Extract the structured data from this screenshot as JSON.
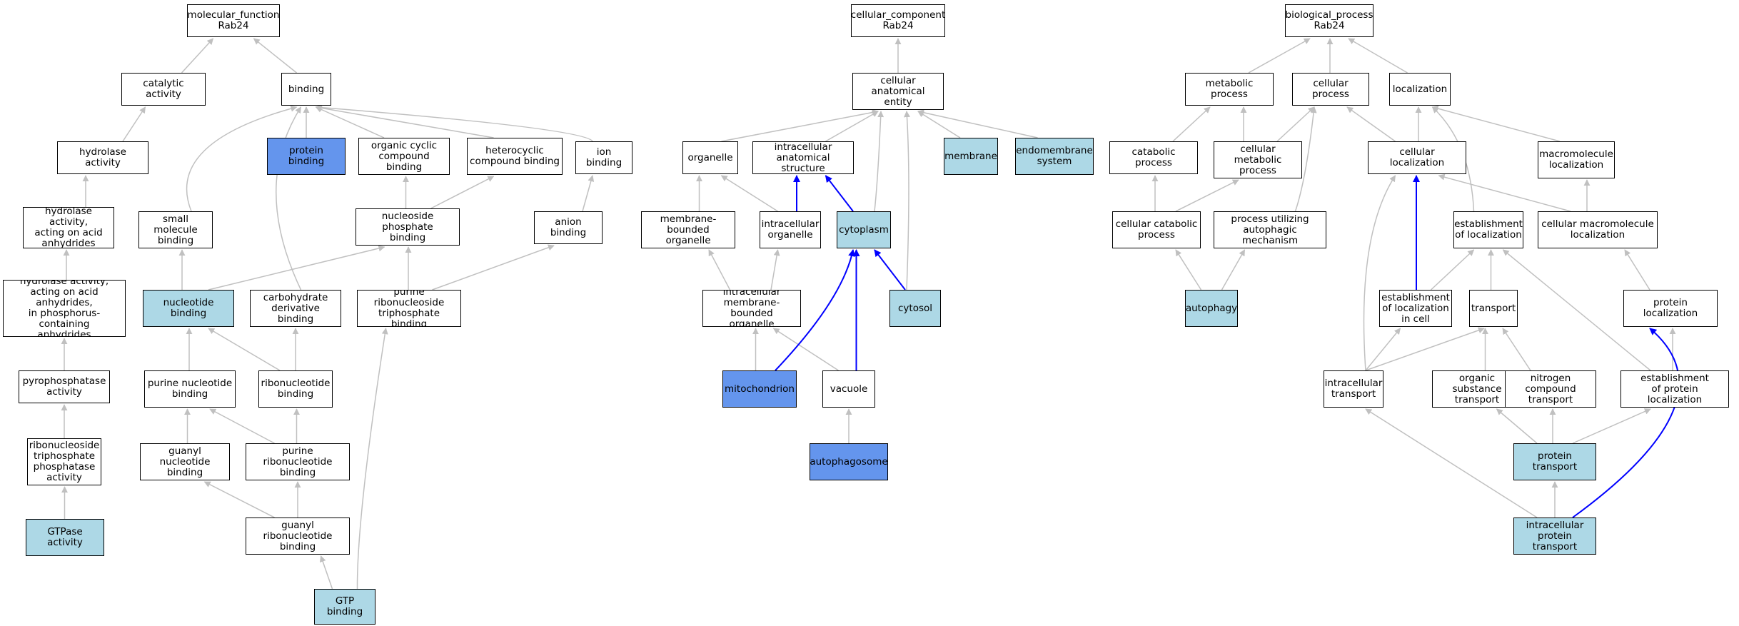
{
  "colors": {
    "plain": "#ffffff",
    "light": "#add8e6",
    "dark": "#6495ed",
    "edge_grey": "#c0c0c0",
    "edge_blue": "#0000ff",
    "border": "#000000"
  },
  "nodes": {
    "mf_root": {
      "label": "molecular_function\nRab24",
      "fill": "plain"
    },
    "catalytic_activity": {
      "label": "catalytic activity",
      "fill": "plain"
    },
    "binding": {
      "label": "binding",
      "fill": "plain"
    },
    "hydrolase_activity": {
      "label": "hydrolase activity",
      "fill": "plain"
    },
    "protein_binding": {
      "label": "protein binding",
      "fill": "dark"
    },
    "organic_cyclic": {
      "label": "organic cyclic\ncompound binding",
      "fill": "plain"
    },
    "heterocyclic": {
      "label": "heterocyclic\ncompound binding",
      "fill": "plain"
    },
    "ion_binding": {
      "label": "ion binding",
      "fill": "plain"
    },
    "hydrolase_acid_anhydrides": {
      "label": "hydrolase activity,\nacting on acid\nanhydrides",
      "fill": "plain"
    },
    "small_molecule_binding": {
      "label": "small molecule\nbinding",
      "fill": "plain"
    },
    "nucleoside_phosphate": {
      "label": "nucleoside phosphate\nbinding",
      "fill": "plain"
    },
    "anion_binding": {
      "label": "anion binding",
      "fill": "plain"
    },
    "hydrolase_phosphorus": {
      "label": "hydrolase activity,\nacting on acid\nanhydrides,\nin phosphorus-containing\nanhydrides",
      "fill": "plain"
    },
    "nucleotide_binding": {
      "label": "nucleotide binding",
      "fill": "light"
    },
    "carbohydrate_derivative": {
      "label": "carbohydrate\nderivative binding",
      "fill": "plain"
    },
    "purine_ribonucleoside_tp": {
      "label": "purine ribonucleoside\ntriphosphate\nbinding",
      "fill": "plain"
    },
    "pyrophosphatase": {
      "label": "pyrophosphatase\nactivity",
      "fill": "plain"
    },
    "purine_nucleotide": {
      "label": "purine nucleotide\nbinding",
      "fill": "plain"
    },
    "ribonucleotide": {
      "label": "ribonucleotide\nbinding",
      "fill": "plain"
    },
    "ribonucleoside_tp_phosphatase": {
      "label": "ribonucleoside\ntriphosphate\nphosphatase\nactivity",
      "fill": "plain"
    },
    "guanyl_nucleotide": {
      "label": "guanyl nucleotide\nbinding",
      "fill": "plain"
    },
    "purine_ribonucleotide": {
      "label": "purine ribonucleotide\nbinding",
      "fill": "plain"
    },
    "guanyl_ribonucleotide": {
      "label": "guanyl ribonucleotide\nbinding",
      "fill": "plain"
    },
    "gtpase_activity": {
      "label": "GTPase activity",
      "fill": "light"
    },
    "gtp_binding": {
      "label": "GTP binding",
      "fill": "light"
    },
    "cc_root": {
      "label": "cellular_component\nRab24",
      "fill": "plain"
    },
    "cellular_anatomical_entity": {
      "label": "cellular anatomical\nentity",
      "fill": "plain"
    },
    "organelle": {
      "label": "organelle",
      "fill": "plain"
    },
    "intracellular_anatomical": {
      "label": "intracellular\nanatomical structure",
      "fill": "plain"
    },
    "membrane": {
      "label": "membrane",
      "fill": "light"
    },
    "endomembrane": {
      "label": "endomembrane\nsystem",
      "fill": "light"
    },
    "membrane_bounded_organelle": {
      "label": "membrane-bounded\norganelle",
      "fill": "plain"
    },
    "intracellular_organelle": {
      "label": "intracellular\norganelle",
      "fill": "plain"
    },
    "cytoplasm": {
      "label": "cytoplasm",
      "fill": "light"
    },
    "intracellular_mb_organelle": {
      "label": "intracellular\nmembrane-bounded\norganelle",
      "fill": "plain"
    },
    "cytosol": {
      "label": "cytosol",
      "fill": "light"
    },
    "mitochondrion": {
      "label": "mitochondrion",
      "fill": "dark"
    },
    "vacuole": {
      "label": "vacuole",
      "fill": "plain"
    },
    "autophagosome": {
      "label": "autophagosome",
      "fill": "dark"
    },
    "bp_root": {
      "label": "biological_process\nRab24",
      "fill": "plain"
    },
    "metabolic_process": {
      "label": "metabolic process",
      "fill": "plain"
    },
    "cellular_process": {
      "label": "cellular process",
      "fill": "plain"
    },
    "localization": {
      "label": "localization",
      "fill": "plain"
    },
    "catabolic_process": {
      "label": "catabolic process",
      "fill": "plain"
    },
    "cellular_metabolic": {
      "label": "cellular metabolic\nprocess",
      "fill": "plain"
    },
    "cellular_localization": {
      "label": "cellular localization",
      "fill": "plain"
    },
    "macromolecule_localization": {
      "label": "macromolecule\nlocalization",
      "fill": "plain"
    },
    "cellular_catabolic": {
      "label": "cellular catabolic\nprocess",
      "fill": "plain"
    },
    "process_autophagic": {
      "label": "process utilizing\nautophagic mechanism",
      "fill": "plain"
    },
    "establishment_localization": {
      "label": "establishment\nof localization",
      "fill": "plain"
    },
    "cellular_macromolecule_loc": {
      "label": "cellular macromolecule\nlocalization",
      "fill": "plain"
    },
    "autophagy": {
      "label": "autophagy",
      "fill": "light"
    },
    "establishment_loc_cell": {
      "label": "establishment\nof localization\nin cell",
      "fill": "plain"
    },
    "transport": {
      "label": "transport",
      "fill": "plain"
    },
    "protein_localization": {
      "label": "protein localization",
      "fill": "plain"
    },
    "intracellular_transport": {
      "label": "intracellular\ntransport",
      "fill": "plain"
    },
    "organic_substance_transport": {
      "label": "organic substance\ntransport",
      "fill": "plain"
    },
    "nitrogen_compound_transport": {
      "label": "nitrogen compound\ntransport",
      "fill": "plain"
    },
    "establishment_protein_loc": {
      "label": "establishment\nof protein localization",
      "fill": "plain"
    },
    "protein_transport": {
      "label": "protein transport",
      "fill": "light"
    },
    "intracellular_protein_transport": {
      "label": "intracellular\nprotein transport",
      "fill": "light"
    }
  },
  "edges": [
    {
      "from": "catalytic_activity",
      "to": "mf_root",
      "color": "grey"
    },
    {
      "from": "binding",
      "to": "mf_root",
      "color": "grey"
    },
    {
      "from": "hydrolase_activity",
      "to": "catalytic_activity",
      "color": "grey"
    },
    {
      "from": "hydrolase_acid_anhydrides",
      "to": "hydrolase_activity",
      "color": "grey"
    },
    {
      "from": "hydrolase_phosphorus",
      "to": "hydrolase_acid_anhydrides",
      "color": "grey"
    },
    {
      "from": "pyrophosphatase",
      "to": "hydrolase_phosphorus",
      "color": "grey"
    },
    {
      "from": "ribonucleoside_tp_phosphatase",
      "to": "pyrophosphatase",
      "color": "grey"
    },
    {
      "from": "gtpase_activity",
      "to": "ribonucleoside_tp_phosphatase",
      "color": "grey"
    },
    {
      "from": "protein_binding",
      "to": "binding",
      "color": "grey"
    },
    {
      "from": "organic_cyclic",
      "to": "binding",
      "color": "grey"
    },
    {
      "from": "heterocyclic",
      "to": "binding",
      "color": "grey"
    },
    {
      "from": "ion_binding",
      "to": "binding",
      "color": "grey"
    },
    {
      "from": "small_molecule_binding",
      "to": "binding",
      "color": "grey"
    },
    {
      "from": "carbohydrate_derivative",
      "to": "binding",
      "color": "grey"
    },
    {
      "from": "nucleoside_phosphate",
      "to": "organic_cyclic",
      "color": "grey"
    },
    {
      "from": "nucleoside_phosphate",
      "to": "heterocyclic",
      "color": "grey"
    },
    {
      "from": "anion_binding",
      "to": "ion_binding",
      "color": "grey"
    },
    {
      "from": "nucleotide_binding",
      "to": "small_molecule_binding",
      "color": "grey"
    },
    {
      "from": "nucleotide_binding",
      "to": "nucleoside_phosphate",
      "color": "grey"
    },
    {
      "from": "purine_ribonucleoside_tp",
      "to": "nucleoside_phosphate",
      "color": "grey"
    },
    {
      "from": "purine_ribonucleoside_tp",
      "to": "anion_binding",
      "color": "grey"
    },
    {
      "from": "purine_nucleotide",
      "to": "nucleotide_binding",
      "color": "grey"
    },
    {
      "from": "ribonucleotide",
      "to": "nucleotide_binding",
      "color": "grey"
    },
    {
      "from": "ribonucleotide",
      "to": "carbohydrate_derivative",
      "color": "grey"
    },
    {
      "from": "guanyl_nucleotide",
      "to": "purine_nucleotide",
      "color": "grey"
    },
    {
      "from": "purine_ribonucleotide",
      "to": "purine_nucleotide",
      "color": "grey"
    },
    {
      "from": "purine_ribonucleotide",
      "to": "ribonucleotide",
      "color": "grey"
    },
    {
      "from": "guanyl_ribonucleotide",
      "to": "guanyl_nucleotide",
      "color": "grey"
    },
    {
      "from": "guanyl_ribonucleotide",
      "to": "purine_ribonucleotide",
      "color": "grey"
    },
    {
      "from": "gtp_binding",
      "to": "guanyl_ribonucleotide",
      "color": "grey"
    },
    {
      "from": "gtp_binding",
      "to": "purine_ribonucleoside_tp",
      "color": "grey"
    },
    {
      "from": "cellular_anatomical_entity",
      "to": "cc_root",
      "color": "grey"
    },
    {
      "from": "organelle",
      "to": "cellular_anatomical_entity",
      "color": "grey"
    },
    {
      "from": "intracellular_anatomical",
      "to": "cellular_anatomical_entity",
      "color": "grey"
    },
    {
      "from": "membrane",
      "to": "cellular_anatomical_entity",
      "color": "grey"
    },
    {
      "from": "endomembrane",
      "to": "cellular_anatomical_entity",
      "color": "grey"
    },
    {
      "from": "cytoplasm",
      "to": "cellular_anatomical_entity",
      "color": "grey"
    },
    {
      "from": "cytosol",
      "to": "cellular_anatomical_entity",
      "color": "grey"
    },
    {
      "from": "membrane_bounded_organelle",
      "to": "organelle",
      "color": "grey"
    },
    {
      "from": "intracellular_organelle",
      "to": "organelle",
      "color": "grey"
    },
    {
      "from": "intracellular_organelle",
      "to": "intracellular_anatomical",
      "color": "blue"
    },
    {
      "from": "cytoplasm",
      "to": "intracellular_anatomical",
      "color": "blue"
    },
    {
      "from": "intracellular_mb_organelle",
      "to": "membrane_bounded_organelle",
      "color": "grey"
    },
    {
      "from": "intracellular_mb_organelle",
      "to": "intracellular_organelle",
      "color": "grey"
    },
    {
      "from": "cytosol",
      "to": "cytoplasm",
      "color": "blue"
    },
    {
      "from": "mitochondrion",
      "to": "intracellular_mb_organelle",
      "color": "grey"
    },
    {
      "from": "vacuole",
      "to": "intracellular_mb_organelle",
      "color": "grey"
    },
    {
      "from": "mitochondrion",
      "to": "cytoplasm",
      "color": "blue"
    },
    {
      "from": "vacuole",
      "to": "cytoplasm",
      "color": "blue"
    },
    {
      "from": "autophagosome",
      "to": "vacuole",
      "color": "grey"
    },
    {
      "from": "metabolic_process",
      "to": "bp_root",
      "color": "grey"
    },
    {
      "from": "cellular_process",
      "to": "bp_root",
      "color": "grey"
    },
    {
      "from": "localization",
      "to": "bp_root",
      "color": "grey"
    },
    {
      "from": "catabolic_process",
      "to": "metabolic_process",
      "color": "grey"
    },
    {
      "from": "cellular_metabolic",
      "to": "metabolic_process",
      "color": "grey"
    },
    {
      "from": "cellular_metabolic",
      "to": "cellular_process",
      "color": "grey"
    },
    {
      "from": "cellular_localization",
      "to": "cellular_process",
      "color": "grey"
    },
    {
      "from": "cellular_localization",
      "to": "localization",
      "color": "grey"
    },
    {
      "from": "macromolecule_localization",
      "to": "localization",
      "color": "grey"
    },
    {
      "from": "establishment_localization",
      "to": "localization",
      "color": "grey"
    },
    {
      "from": "cellular_catabolic",
      "to": "catabolic_process",
      "color": "grey"
    },
    {
      "from": "cellular_catabolic",
      "to": "cellular_metabolic",
      "color": "grey"
    },
    {
      "from": "process_autophagic",
      "to": "cellular_process",
      "color": "grey"
    },
    {
      "from": "autophagy",
      "to": "cellular_catabolic",
      "color": "grey"
    },
    {
      "from": "autophagy",
      "to": "process_autophagic",
      "color": "grey"
    },
    {
      "from": "cellular_macromolecule_loc",
      "to": "cellular_localization",
      "color": "grey"
    },
    {
      "from": "cellular_macromolecule_loc",
      "to": "macromolecule_localization",
      "color": "grey"
    },
    {
      "from": "establishment_loc_cell",
      "to": "cellular_localization",
      "color": "blue"
    },
    {
      "from": "establishment_loc_cell",
      "to": "establishment_localization",
      "color": "grey"
    },
    {
      "from": "transport",
      "to": "establishment_localization",
      "color": "grey"
    },
    {
      "from": "protein_localization",
      "to": "cellular_macromolecule_loc",
      "color": "grey"
    },
    {
      "from": "intracellular_transport",
      "to": "cellular_localization",
      "color": "grey"
    },
    {
      "from": "intracellular_transport",
      "to": "establishment_loc_cell",
      "color": "grey"
    },
    {
      "from": "intracellular_transport",
      "to": "transport",
      "color": "grey"
    },
    {
      "from": "organic_substance_transport",
      "to": "transport",
      "color": "grey"
    },
    {
      "from": "nitrogen_compound_transport",
      "to": "transport",
      "color": "grey"
    },
    {
      "from": "establishment_protein_loc",
      "to": "establishment_localization",
      "color": "grey"
    },
    {
      "from": "establishment_protein_loc",
      "to": "protein_localization",
      "color": "grey"
    },
    {
      "from": "protein_transport",
      "to": "organic_substance_transport",
      "color": "grey"
    },
    {
      "from": "protein_transport",
      "to": "nitrogen_compound_transport",
      "color": "grey"
    },
    {
      "from": "protein_transport",
      "to": "establishment_protein_loc",
      "color": "grey"
    },
    {
      "from": "intracellular_protein_transport",
      "to": "protein_transport",
      "color": "grey"
    },
    {
      "from": "intracellular_protein_transport",
      "to": "intracellular_transport",
      "color": "grey"
    },
    {
      "from": "intracellular_protein_transport",
      "to": "protein_localization",
      "color": "blue"
    }
  ]
}
